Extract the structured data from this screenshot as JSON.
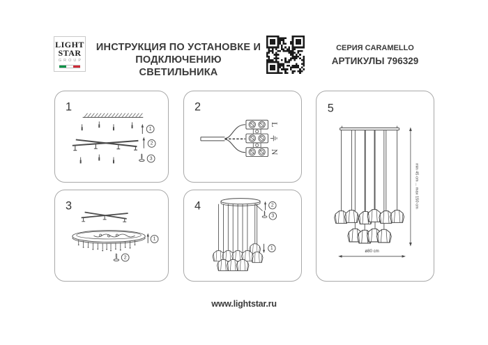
{
  "header": {
    "logo": {
      "word1": "LIGHT",
      "word2": "STAR",
      "word3": "GROUP",
      "flag": "italian-flag"
    },
    "title": {
      "line1": "ИНСТРУКЦИЯ ПО УСТАНОВКЕ И",
      "line2": "ПОДКЛЮЧЕНИЮ СВЕТИЛЬНИКА"
    },
    "qr": "qr-code",
    "product": {
      "series": "СЕРИЯ CARAMELLO",
      "articles": "АРТИКУЛЫ 796329"
    }
  },
  "panels": {
    "p1": {
      "number": "1",
      "s1": "1",
      "s2": "2",
      "s3": "3"
    },
    "p2": {
      "number": "2",
      "line": "L",
      "neutral": "N",
      "ground": "earth-ground"
    },
    "p3": {
      "number": "3",
      "s1": "1",
      "s2": "2"
    },
    "p4": {
      "number": "4",
      "s1": "1",
      "s2": "2",
      "s3": "3"
    },
    "p5": {
      "number": "5",
      "dim_height": "min 45 cm ... max 150 cm",
      "dim_width": "ø80 cm"
    }
  },
  "footer": {
    "website": "www.lightstar.ru"
  },
  "colors": {
    "accent_green": "#009246",
    "accent_red": "#ce2b37",
    "diagram_line": "#4a4a4a",
    "panel_border": "#a8a8a8",
    "text": "#3a3a3a"
  }
}
